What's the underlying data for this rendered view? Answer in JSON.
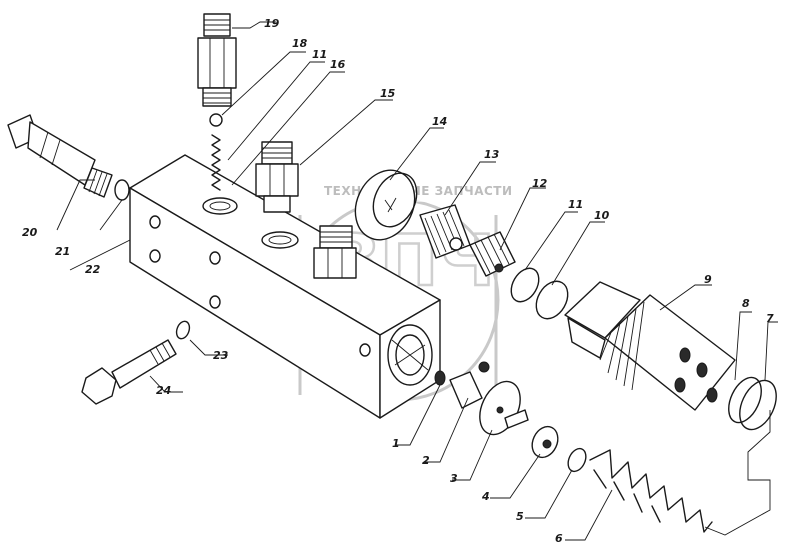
{
  "watermark": {
    "text": "ТЕХНИЧЕСКИЕ ЗАПЧАСТИ",
    "logo_letters": "ЗПЧ"
  },
  "callouts": [
    "1",
    "2",
    "3",
    "4",
    "5",
    "6",
    "7",
    "8",
    "9",
    "10",
    "11",
    "12",
    "13",
    "14",
    "15",
    "16",
    "11",
    "18",
    "19",
    "20",
    "21",
    "22",
    "23",
    "24"
  ]
}
